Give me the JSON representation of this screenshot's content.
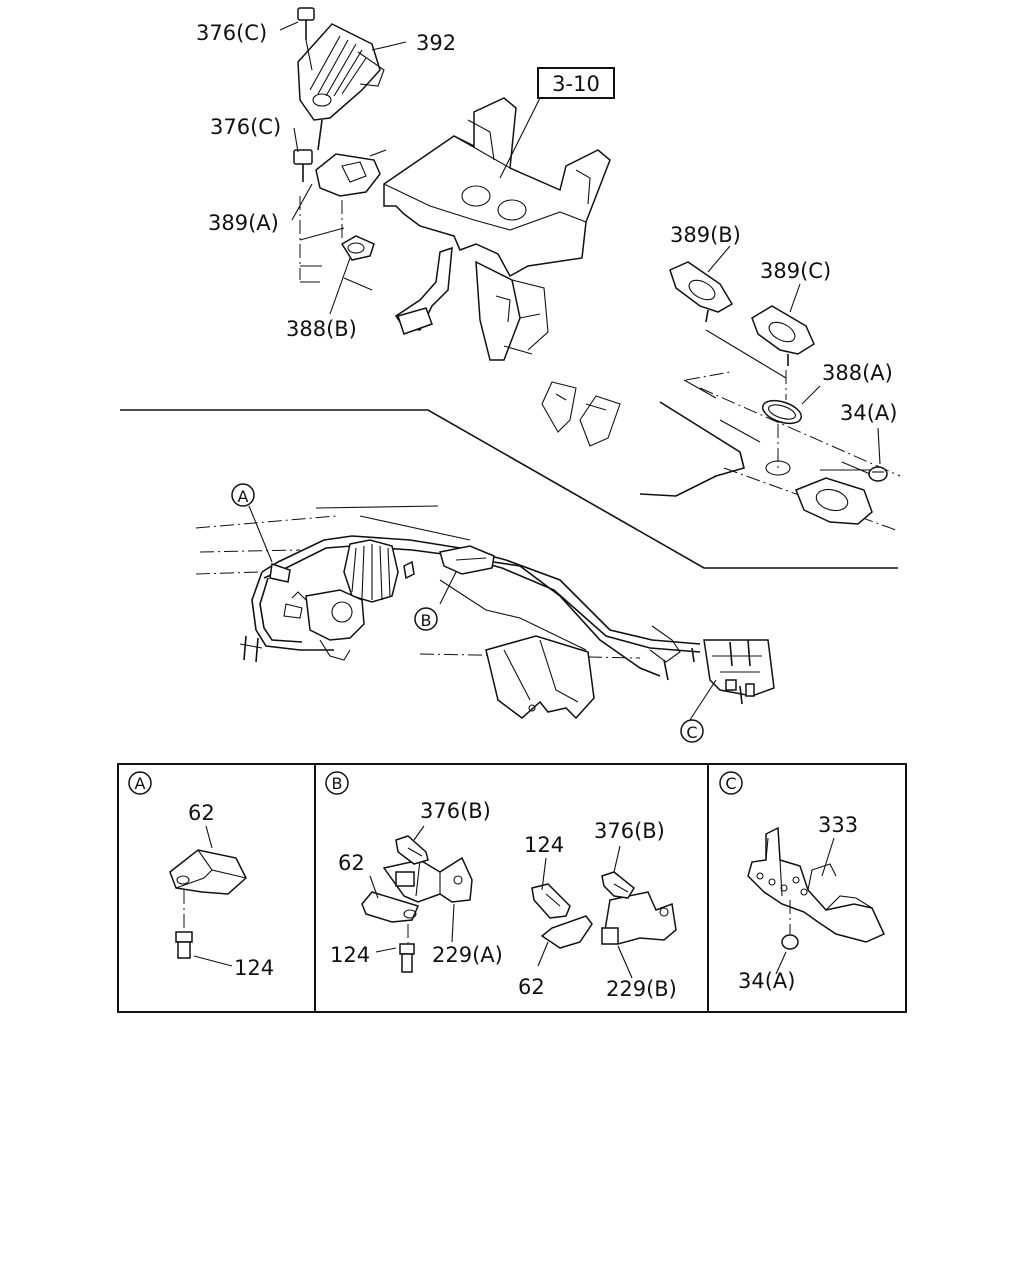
{
  "callouts": {
    "c376c_top": "376(C)",
    "c392": "392",
    "c376c_mid": "376(C)",
    "c389a": "389(A)",
    "c388b": "388(B)",
    "ref_box": "3-10",
    "c389b": "389(B)",
    "c389c": "389(C)",
    "c388a": "388(A)",
    "c34a_main": "34(A)"
  },
  "markers": {
    "a": "A",
    "b": "B",
    "c": "C"
  },
  "details": {
    "a": {
      "marker": "A",
      "labels": [
        "62",
        "124"
      ]
    },
    "b": {
      "marker": "B",
      "labels": [
        "376(B)",
        "62",
        "124",
        "229(A)",
        "124",
        "376(B)",
        "62",
        "229(B)"
      ]
    },
    "c": {
      "marker": "C",
      "labels": [
        "333",
        "34(A)"
      ]
    }
  }
}
